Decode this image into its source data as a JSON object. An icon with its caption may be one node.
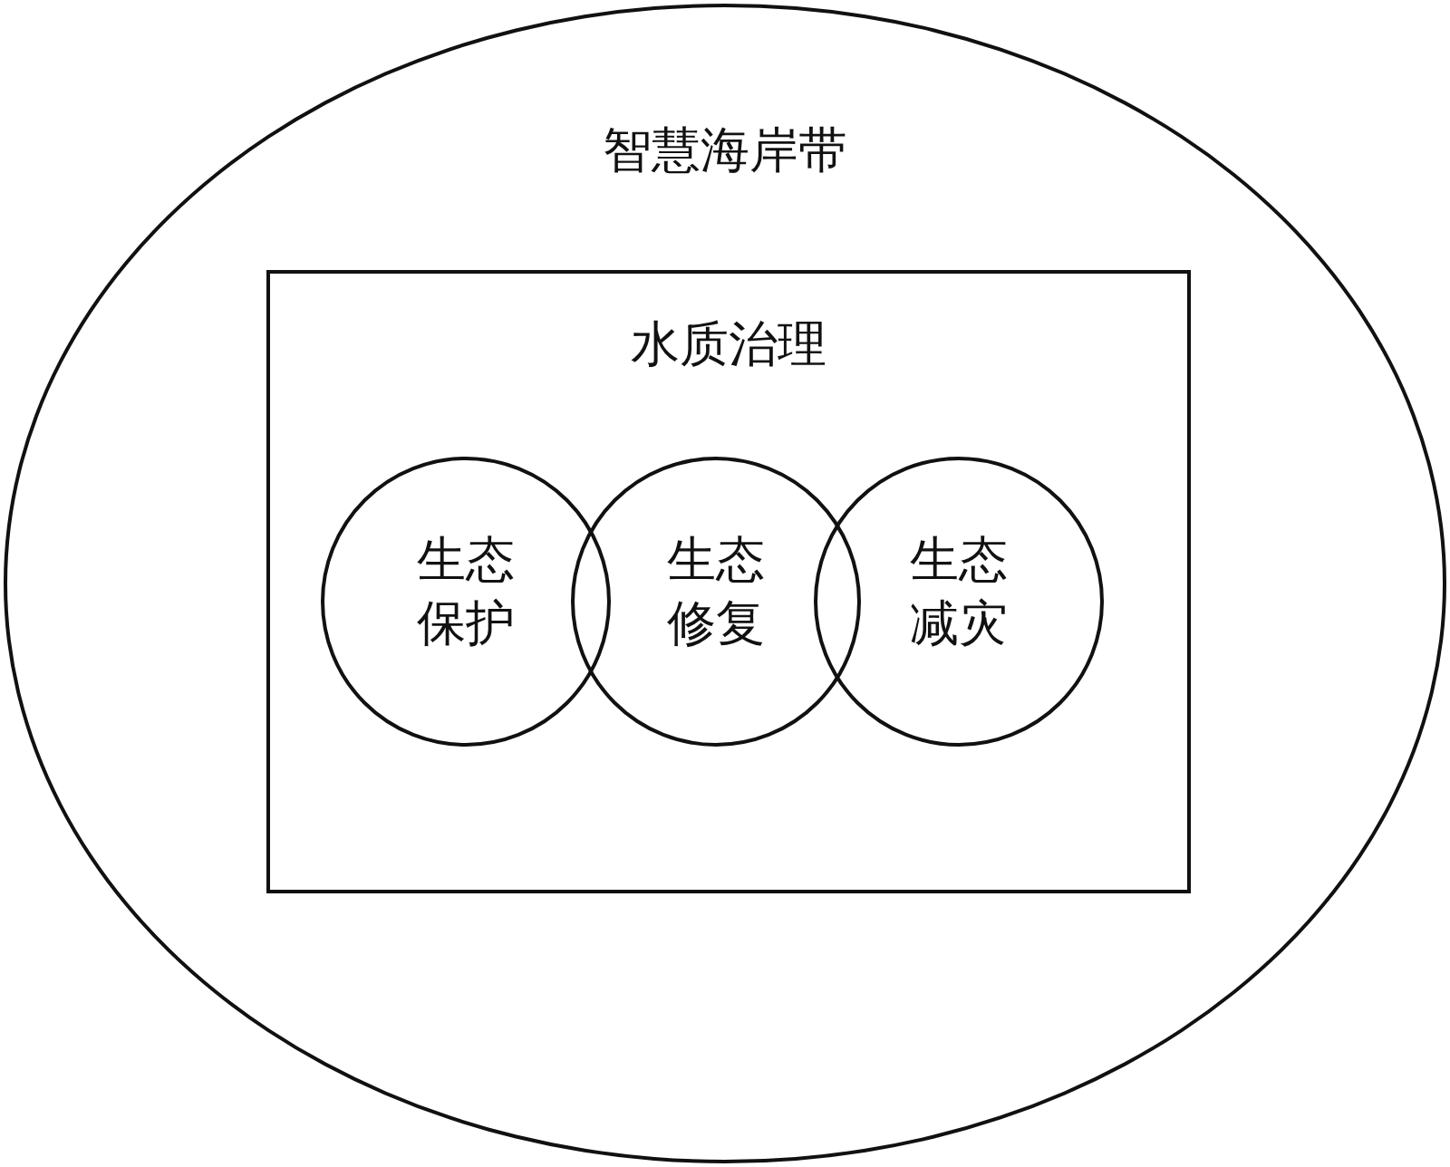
{
  "diagram": {
    "nodes": [
      {
        "text": [
          "智慧海岸带"
        ]
      },
      {
        "text": [
          "水质治理"
        ],
        "in": 0
      },
      {
        "text": [
          "生态保护"
        ],
        "in": 1
      },
      {
        "text": [
          "生态修复"
        ],
        "in": 1
      },
      {
        "text": [
          "生态减灾"
        ],
        "in": 1
      }
    ]
  }
}
